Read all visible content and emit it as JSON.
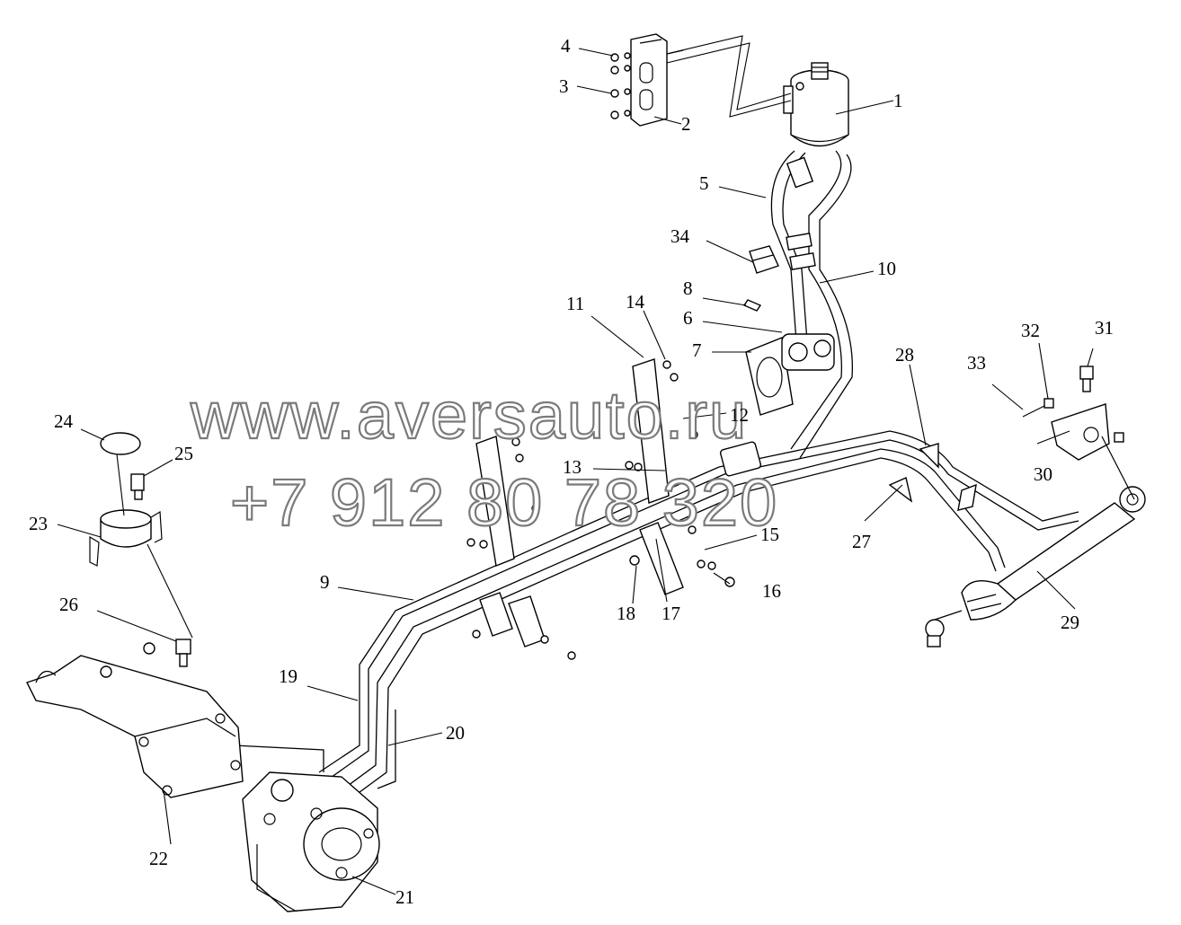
{
  "diagram": {
    "callouts": [
      {
        "id": "1",
        "label": "1"
      },
      {
        "id": "2",
        "label": "2"
      },
      {
        "id": "3",
        "label": "3"
      },
      {
        "id": "4",
        "label": "4"
      },
      {
        "id": "5",
        "label": "5"
      },
      {
        "id": "6",
        "label": "6"
      },
      {
        "id": "7",
        "label": "7"
      },
      {
        "id": "8",
        "label": "8"
      },
      {
        "id": "9",
        "label": "9"
      },
      {
        "id": "10",
        "label": "10"
      },
      {
        "id": "11",
        "label": "11"
      },
      {
        "id": "12",
        "label": "12"
      },
      {
        "id": "13",
        "label": "13"
      },
      {
        "id": "14",
        "label": "14"
      },
      {
        "id": "15",
        "label": "15"
      },
      {
        "id": "16",
        "label": "16"
      },
      {
        "id": "17",
        "label": "17"
      },
      {
        "id": "18",
        "label": "18"
      },
      {
        "id": "19",
        "label": "19"
      },
      {
        "id": "20",
        "label": "20"
      },
      {
        "id": "21",
        "label": "21"
      },
      {
        "id": "22",
        "label": "22"
      },
      {
        "id": "23",
        "label": "23"
      },
      {
        "id": "24",
        "label": "24"
      },
      {
        "id": "25",
        "label": "25"
      },
      {
        "id": "26",
        "label": "26"
      },
      {
        "id": "27",
        "label": "27"
      },
      {
        "id": "28",
        "label": "28"
      },
      {
        "id": "29",
        "label": "29"
      },
      {
        "id": "30",
        "label": "30"
      },
      {
        "id": "31",
        "label": "31"
      },
      {
        "id": "32",
        "label": "32"
      },
      {
        "id": "33",
        "label": "33"
      },
      {
        "id": "34",
        "label": "34"
      }
    ]
  },
  "watermark": {
    "line1": "www.aversauto.ru",
    "line2": "+7 912 80 78 320"
  },
  "colors": {
    "line": "#000000",
    "background": "#ffffff",
    "watermark_outline": "#7a7a7a"
  }
}
